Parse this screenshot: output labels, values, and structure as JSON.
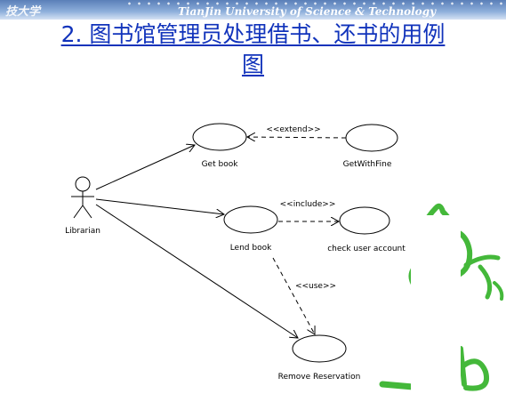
{
  "header": {
    "school": "技大学",
    "university": "TianJin University of Science & Technology"
  },
  "slide": {
    "title_line1": "2. 图书馆管理员处理借书、还书的用例",
    "title_line2": "图"
  },
  "diagram": {
    "actor": "Librarian",
    "use_cases": {
      "get_book": "Get book",
      "get_with_fine": "GetWithFine",
      "lend_book": "Lend book",
      "check_user_account": "check user account",
      "remove_reservation": "Remove Reservation"
    },
    "stereotypes": {
      "extend": "<<extend>>",
      "include": "<<include>>",
      "use": "<<use>>"
    }
  },
  "colors": {
    "title": "#1133bb",
    "decoration": "#44b83a",
    "banner": "#5a7fb8"
  },
  "icons": [
    "stick-figure-actor-icon",
    "cartoon-mascot-icon"
  ]
}
